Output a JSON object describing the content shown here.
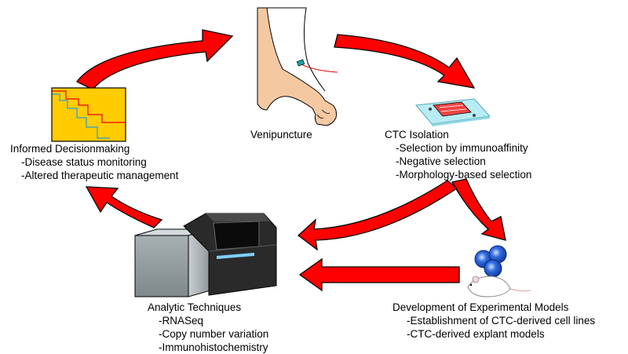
{
  "nodes": {
    "venipuncture": {
      "title": "Venipuncture"
    },
    "ctc_isolation": {
      "title": "CTC Isolation",
      "items": [
        "-Selection by immunoaffinity",
        "-Negative selection",
        "-Morphology-based selection"
      ]
    },
    "experimental_models": {
      "title": "Development of Experimental Models",
      "items": [
        "-Establishment of CTC-derived cell lines",
        "-CTC-derived explant models"
      ]
    },
    "analytic_techniques": {
      "title": "Analytic Techniques",
      "items": [
        "-RNASeq",
        "-Copy number variation",
        "-Immunohistochemistry"
      ]
    },
    "informed_decisionmaking": {
      "title": "Informed Decisionmaking",
      "items": [
        "-Disease status monitoring",
        "-Altered therapeutic management"
      ]
    }
  },
  "colors": {
    "arrow_fill": "#ff0000",
    "arrow_stroke": "#000000",
    "skin": "#f4c9a2",
    "chart_bg": "#ffcc00",
    "slide": "#b8ecf4",
    "sequencer_gray": "#9aa3a6",
    "sequencer_dark": "#2a2a2a",
    "cell_blue": "#1f5bd6"
  }
}
